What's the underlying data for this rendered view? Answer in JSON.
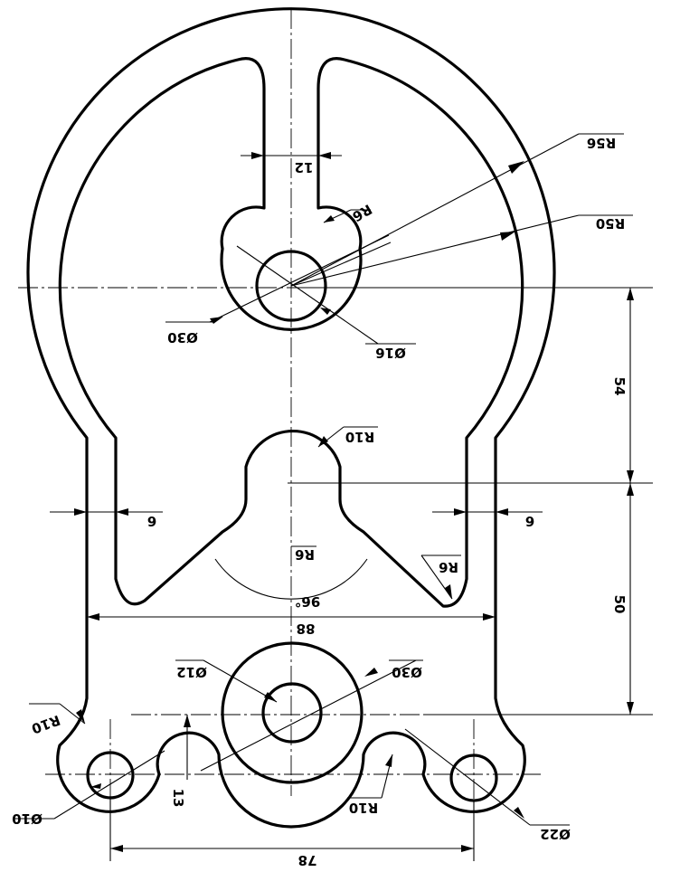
{
  "dimensions": {
    "r56": "R56",
    "r50": "R50",
    "w12": "12",
    "r6_top": "R6",
    "d30_top": "Ø30",
    "d16": "Ø16",
    "v54": "54",
    "r10_mid": "R10",
    "t6_left": "6",
    "t6_right": "6",
    "r6_mid": "R6",
    "r6_right": "R6",
    "ang96": "96°",
    "w88": "88",
    "v50": "50",
    "d12": "Ø12",
    "d30_bottom": "Ø30",
    "r10_left": "R10",
    "d10": "Ø10",
    "h13": "13",
    "r10_bottom": "R10",
    "d22": "Ø22",
    "w78": "78"
  }
}
